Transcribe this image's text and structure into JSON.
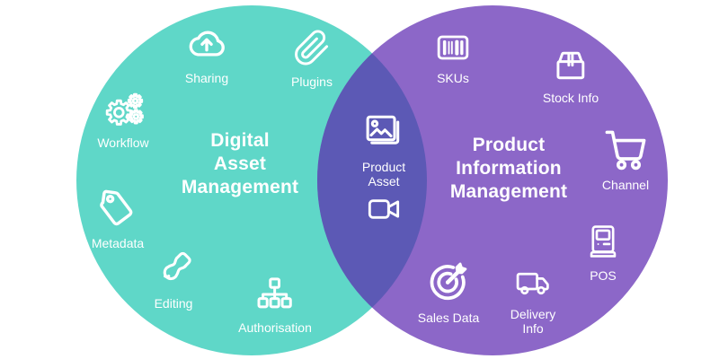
{
  "canvas": {
    "background": "#FFFFFF",
    "icon_color": "#FFFFFF",
    "text_color": "#FFFFFF"
  },
  "left_circle": {
    "name": "Digital Asset Management",
    "title_lines": [
      "Digital",
      "Asset",
      "Management"
    ],
    "color": "#5FD7C8",
    "items": [
      {
        "id": "sharing",
        "label": "Sharing",
        "icon": "cloud-upload-icon"
      },
      {
        "id": "plugins",
        "label": "Plugins",
        "icon": "paperclip-icon"
      },
      {
        "id": "workflow",
        "label": "Workflow",
        "icon": "gears-icon"
      },
      {
        "id": "metadata",
        "label": "Metadata",
        "icon": "tag-icon"
      },
      {
        "id": "editing",
        "label": "Editing",
        "icon": "paintbrush-icon"
      },
      {
        "id": "authorisation",
        "label": "Authorisation",
        "icon": "hierarchy-icon"
      }
    ]
  },
  "right_circle": {
    "name": "Product Information Management",
    "title_lines": [
      "Product",
      "Information",
      "Management"
    ],
    "color": "#8C67C8",
    "items": [
      {
        "id": "skus",
        "label": "SKUs",
        "icon": "barcode-icon"
      },
      {
        "id": "stock-info",
        "label": "Stock Info",
        "icon": "package-box-icon"
      },
      {
        "id": "channel",
        "label": "Channel",
        "icon": "shopping-cart-icon"
      },
      {
        "id": "pos",
        "label": "POS",
        "icon": "pos-terminal-icon"
      },
      {
        "id": "sales-data",
        "label": "Sales Data",
        "icon": "target-dart-icon"
      },
      {
        "id": "delivery-info",
        "label": "Delivery Info",
        "icon": "delivery-truck-icon"
      }
    ]
  },
  "overlap": {
    "label": "Product Asset",
    "color": "#5C59B5",
    "icons": [
      "photo-stack-icon",
      "video-camera-icon"
    ]
  }
}
